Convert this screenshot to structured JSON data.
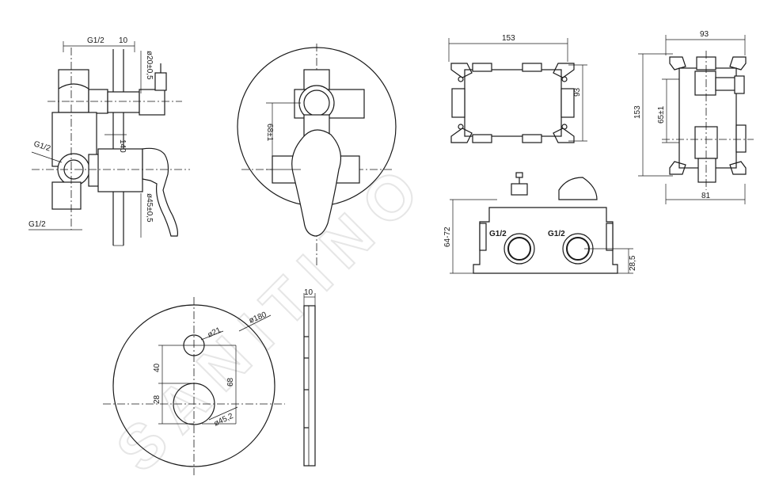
{
  "watermark": "SANITINO",
  "side_view": {
    "g12_top": "G1/2",
    "dim_10": "10",
    "dia_20": "ø20±0,5",
    "dim_140": "140",
    "g12_mid": "G1/2",
    "dia_45": "ø45±0,5",
    "g12_bottom": "G1/2"
  },
  "front_view": {
    "dim_68": "68±1"
  },
  "box_top": {
    "width": "153",
    "height": "93"
  },
  "box_side": {
    "width": "93",
    "height": "153",
    "center": "65±1",
    "depth": "81"
  },
  "box_front": {
    "height": "64-72",
    "port_left": "G1/2",
    "port_right": "G1/2",
    "offset": "28,5"
  },
  "plate": {
    "dia_180": "ø180",
    "dia_21": "ø21",
    "dim_40": "40",
    "dim_68": "68",
    "dim_28": "28",
    "dia_45_2": "ø45,2",
    "thickness": "10"
  }
}
